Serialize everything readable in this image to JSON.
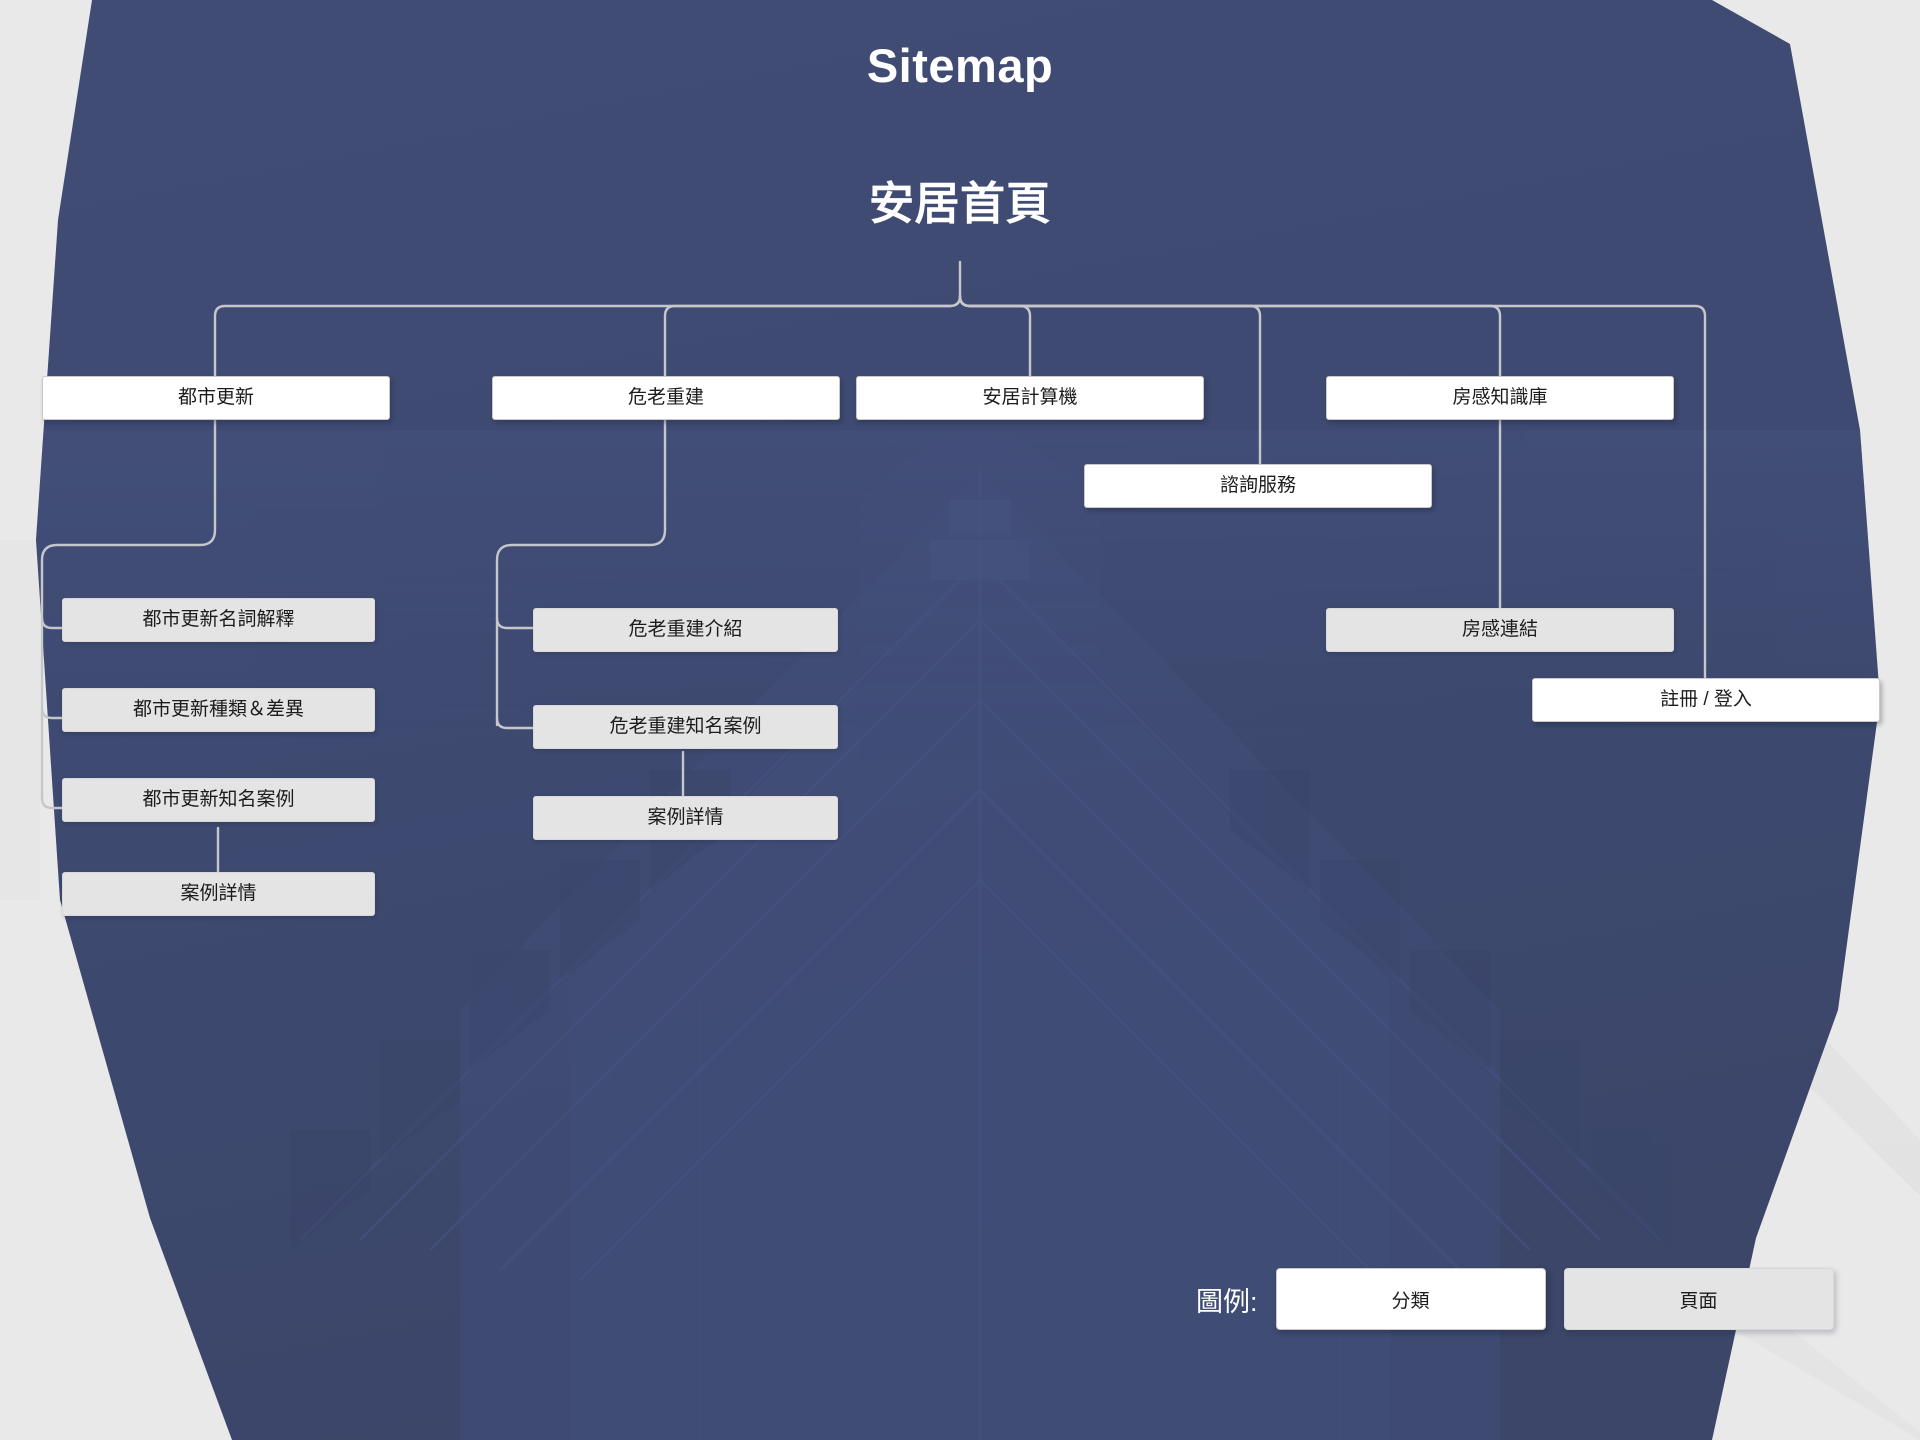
{
  "page": {
    "title": "Sitemap",
    "root_label": "安居首頁",
    "bg_color": "#e9e9e9",
    "panel_color": "#3e4a72",
    "category_color": "#ffffff",
    "page_color": "#e4e4e4",
    "connector_color": "#c5c7cb",
    "title_color": "#ffffff"
  },
  "nodes": {
    "root": {
      "label": "安居首頁",
      "type": "root"
    },
    "level1": [
      {
        "id": "urban-renewal",
        "label": "都市更新",
        "type": "category"
      },
      {
        "id": "danger-old-rebuild",
        "label": "危老重建",
        "type": "category"
      },
      {
        "id": "anju-calculator",
        "label": "安居計算機",
        "type": "category"
      },
      {
        "id": "consulting-service",
        "label": "諮詢服務",
        "type": "category"
      },
      {
        "id": "housing-knowledge",
        "label": "房感知識庫",
        "type": "category"
      },
      {
        "id": "register-login",
        "label": "註冊 / 登入",
        "type": "category"
      }
    ],
    "urban_renewal_children": [
      {
        "id": "ur-glossary",
        "label": "都市更新名詞解釋",
        "type": "page"
      },
      {
        "id": "ur-types-diff",
        "label": "都市更新種類＆差異",
        "type": "page"
      },
      {
        "id": "ur-famous-cases",
        "label": "都市更新知名案例",
        "type": "page"
      },
      {
        "id": "ur-case-detail",
        "label": "案例詳情",
        "type": "page"
      }
    ],
    "rebuild_children": [
      {
        "id": "rb-intro",
        "label": "危老重建介紹",
        "type": "page"
      },
      {
        "id": "rb-famous-cases",
        "label": "危老重建知名案例",
        "type": "page"
      },
      {
        "id": "rb-case-detail",
        "label": "案例詳情",
        "type": "page"
      }
    ],
    "knowledge_children": [
      {
        "id": "hk-links",
        "label": "房感連結",
        "type": "page"
      }
    ]
  },
  "legend": {
    "label": "圖例:",
    "items": [
      {
        "id": "legend-category",
        "label": "分類",
        "type": "category"
      },
      {
        "id": "legend-page",
        "label": "頁面",
        "type": "page"
      }
    ]
  }
}
